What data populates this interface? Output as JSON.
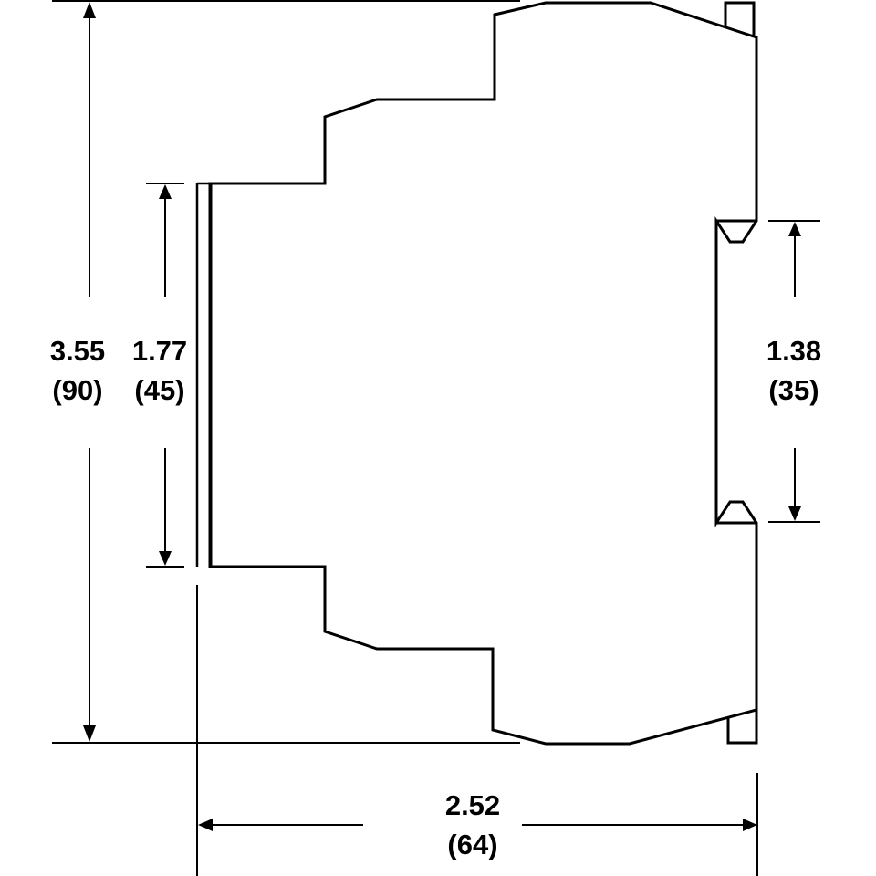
{
  "drawing": {
    "title": "DIN rail module side view dimension drawing",
    "line_color": "#000000",
    "background": "#ffffff",
    "units": "inches (mm)"
  },
  "dimensions": {
    "overall_height": {
      "inches": "3.55",
      "mm": "(90)"
    },
    "front_face_height": {
      "inches": "1.77",
      "mm": "(45)"
    },
    "din_rail_slot": {
      "inches": "1.38",
      "mm": "(35)"
    },
    "depth": {
      "inches": "2.52",
      "mm": "(64)"
    }
  }
}
